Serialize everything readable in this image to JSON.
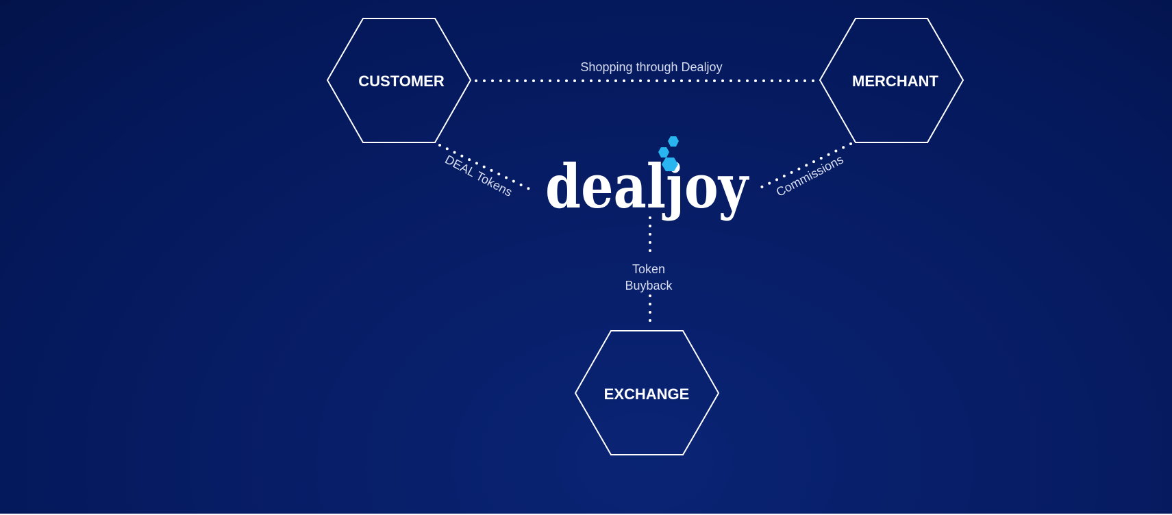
{
  "nodes": {
    "customer": "CUSTOMER",
    "merchant": "MERCHANT",
    "exchange": "EXCHANGE"
  },
  "flows": {
    "customer_merchant": "Shopping through Dealjoy",
    "customer_dealjoy": "DEAL Tokens",
    "merchant_dealjoy": "Commissions",
    "exchange_dealjoy_line1": "Token",
    "exchange_dealjoy_line2": "Buyback"
  },
  "logo": {
    "text": "dealjoy"
  },
  "colors": {
    "background": "#04185a",
    "stroke": "#ffffff",
    "logo_accent": "#29b6f0"
  }
}
